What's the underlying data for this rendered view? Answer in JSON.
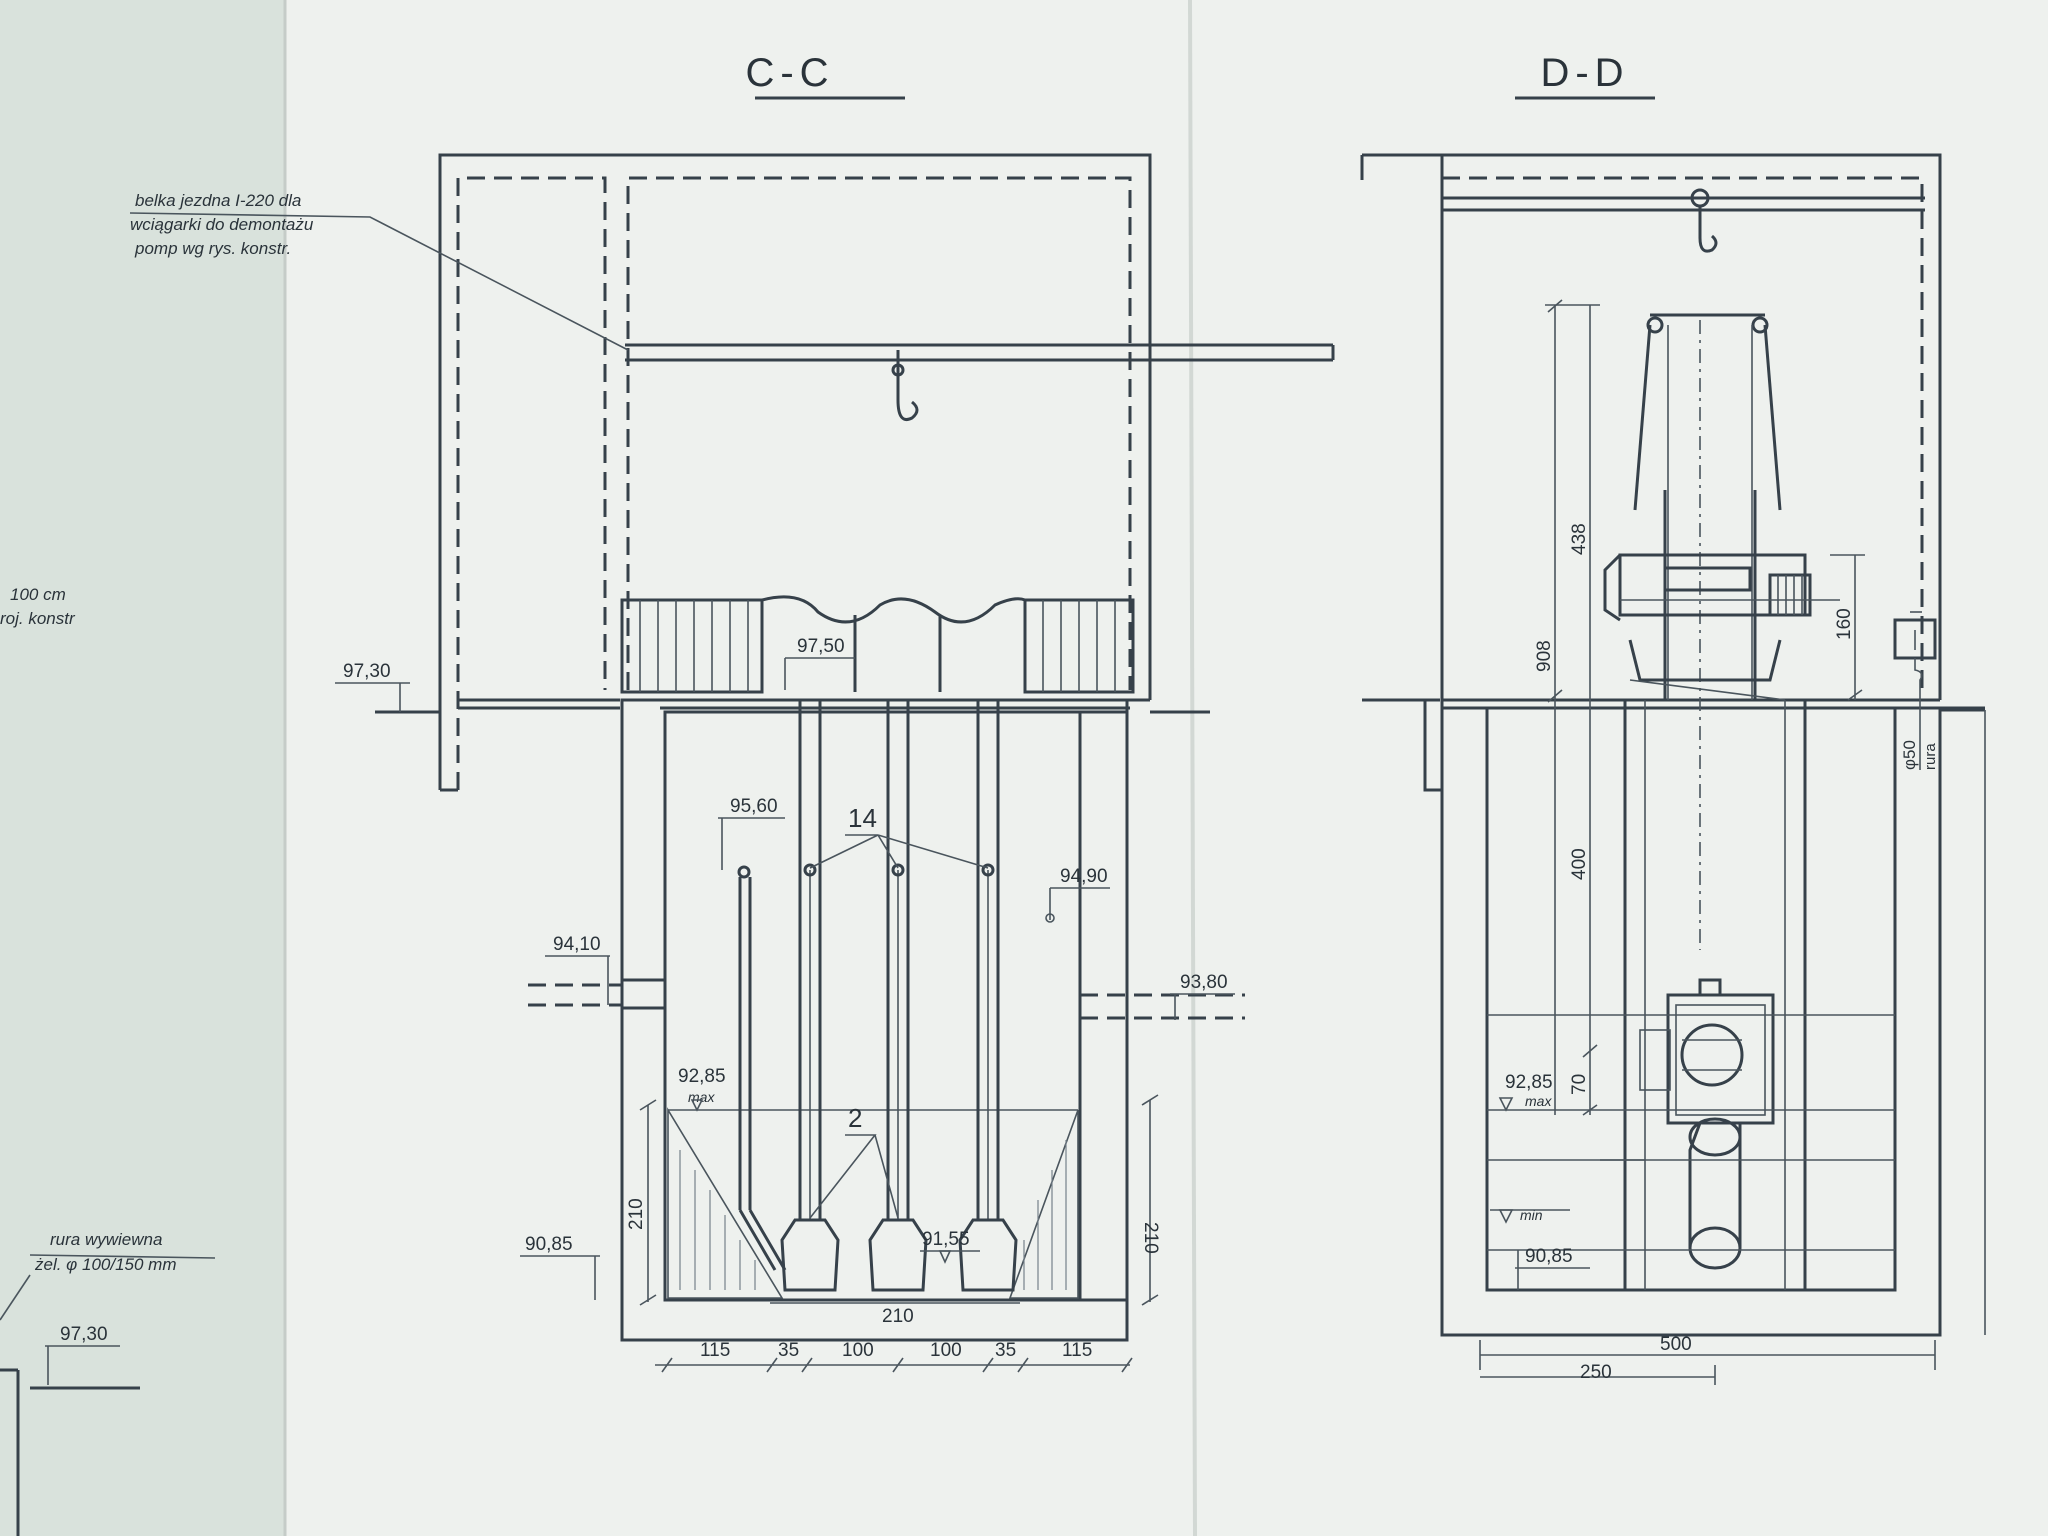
{
  "sections": {
    "cc_title": "C-C",
    "dd_title": "D-D"
  },
  "beam_note": {
    "line1": "belka jezdna I-220 dla",
    "line2": "wciągarki do demontażu",
    "line3": "pomp wg rys. konstr."
  },
  "left_margin_note": {
    "line1": "100 cm",
    "line2": "roj. konstr"
  },
  "pipe_note": {
    "line1": "rura wywiewna",
    "line2": "żel. φ 100/150 mm"
  },
  "elevations": {
    "ground_left": "97,30",
    "ground_far_left": "97,30",
    "platform": "97,50",
    "pipe_top": "95,60",
    "right_inlet": "94,90",
    "inlet_left": "94,10",
    "outlet_right": "93,80",
    "max_cc": "92,85",
    "pump_level": "91,55",
    "bottom_cc": "90,85",
    "max_dd": "92,85",
    "bottom_dd": "90,85"
  },
  "level_tags": {
    "max_cc": "max",
    "max_dd": "max",
    "min_dd": "min"
  },
  "callouts": {
    "rails": "14",
    "pumps": "2"
  },
  "dims_cc": {
    "bottom_segments": [
      "115",
      "35",
      "100",
      "100",
      "35",
      "115"
    ],
    "bottom_width": "210",
    "left_height": "210",
    "right_height": "210"
  },
  "dims_dd": {
    "total_height": "908",
    "upper": "438",
    "lower": "400",
    "short": "70",
    "motor": "160",
    "pipe_dia": "φ50",
    "pipe_label": "rura",
    "width_total": "500",
    "width_half": "250"
  }
}
